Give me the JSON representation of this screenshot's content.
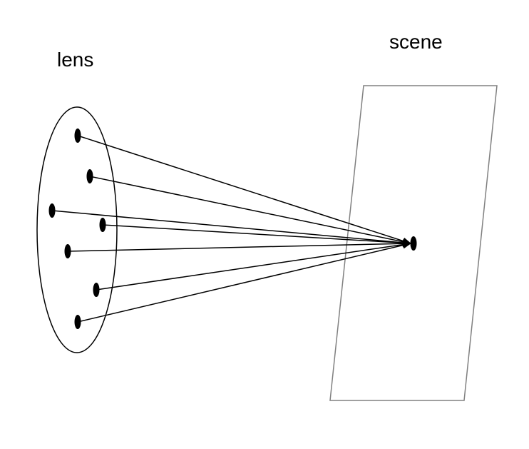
{
  "labels": {
    "lens": "lens",
    "scene": "scene"
  },
  "colors": {
    "ink": "#000000",
    "scene_outline": "#808080",
    "background": "#ffffff"
  },
  "lens_point_count": 7,
  "focal_point_count": 1
}
